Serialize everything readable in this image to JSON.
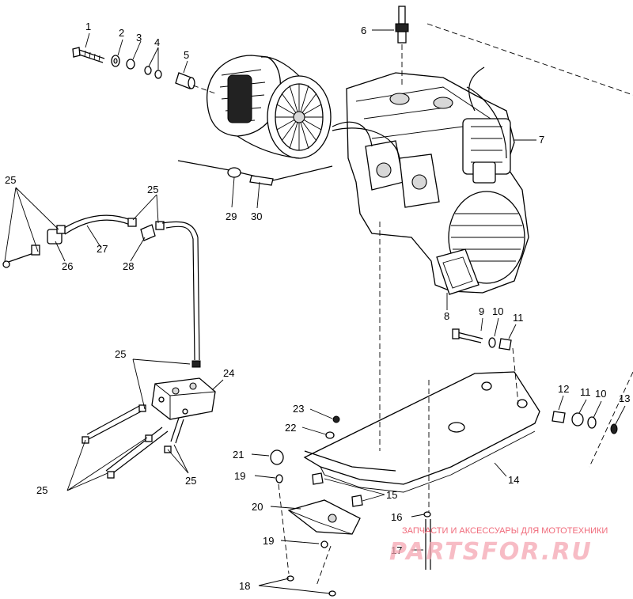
{
  "callouts": [
    {
      "id": "1",
      "text": "1"
    },
    {
      "id": "2",
      "text": "2"
    },
    {
      "id": "3",
      "text": "3"
    },
    {
      "id": "4",
      "text": "4"
    },
    {
      "id": "5",
      "text": "5"
    },
    {
      "id": "6",
      "text": "6"
    },
    {
      "id": "7",
      "text": "7"
    },
    {
      "id": "8",
      "text": "8"
    },
    {
      "id": "9",
      "text": "9"
    },
    {
      "id": "10a",
      "text": "10"
    },
    {
      "id": "11a",
      "text": "11"
    },
    {
      "id": "12",
      "text": "12"
    },
    {
      "id": "11b",
      "text": "11"
    },
    {
      "id": "10b",
      "text": "10"
    },
    {
      "id": "13",
      "text": "13"
    },
    {
      "id": "14",
      "text": "14"
    },
    {
      "id": "15",
      "text": "15"
    },
    {
      "id": "16",
      "text": "16"
    },
    {
      "id": "17",
      "text": "17"
    },
    {
      "id": "18",
      "text": "18"
    },
    {
      "id": "19a",
      "text": "19"
    },
    {
      "id": "19b",
      "text": "19"
    },
    {
      "id": "20",
      "text": "20"
    },
    {
      "id": "21",
      "text": "21"
    },
    {
      "id": "22",
      "text": "22"
    },
    {
      "id": "23",
      "text": "23"
    },
    {
      "id": "24",
      "text": "24"
    },
    {
      "id": "25a",
      "text": "25"
    },
    {
      "id": "25b",
      "text": "25"
    },
    {
      "id": "25c",
      "text": "25"
    },
    {
      "id": "25d",
      "text": "25"
    },
    {
      "id": "25e",
      "text": "25"
    },
    {
      "id": "26",
      "text": "26"
    },
    {
      "id": "27",
      "text": "27"
    },
    {
      "id": "28",
      "text": "28"
    },
    {
      "id": "29",
      "text": "29"
    },
    {
      "id": "30",
      "text": "30"
    }
  ],
  "watermark": {
    "tagline": "ЗАПЧАСТИ И АКСЕССУАРЫ ДЛЯ МОТОТЕХНИКИ",
    "brand": "PARTSFOR.RU"
  }
}
